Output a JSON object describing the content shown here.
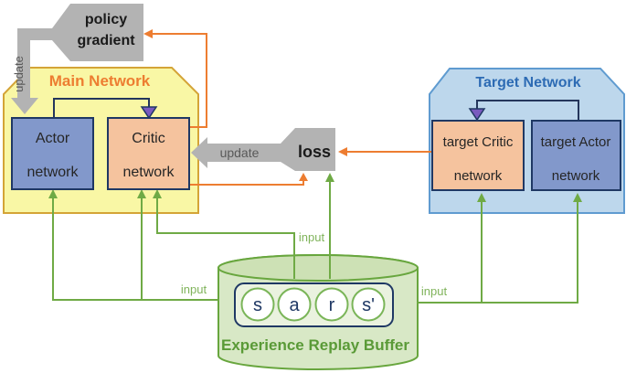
{
  "policy_gradient": {
    "line1": "policy",
    "line2": "gradient"
  },
  "update_down_label": "update",
  "main_network": {
    "title": "Main Network",
    "actor": {
      "line1": "Actor",
      "line2": "network"
    },
    "critic": {
      "line1": "Critic",
      "line2": "network"
    }
  },
  "loss": {
    "label": "loss",
    "update_label": "update"
  },
  "target_network": {
    "title": "Target Network",
    "target_critic": {
      "line1": "target Critic",
      "line2": "network"
    },
    "target_actor": {
      "line1": "target Actor",
      "line2": "network"
    }
  },
  "buffer": {
    "title": "Experience Replay Buffer",
    "cells": [
      "s",
      "a",
      "r",
      "s'"
    ]
  },
  "input_labels": {
    "left": "input",
    "middle": "input",
    "right": "input"
  },
  "colors": {
    "main_region_fill": "#f9f7a5",
    "main_region_border": "#d4a437",
    "main_title": "#ed7d31",
    "target_region_fill": "#bdd7ec",
    "target_region_border": "#5f9bd0",
    "target_title": "#2d6bb4",
    "actor_box_fill": "#8298cb",
    "critic_box_fill": "#f5c39e",
    "box_border": "#1f3864",
    "gray_shape": "#b3b3b3",
    "gray_text": "#595959",
    "green_line": "#6faa45",
    "buffer_fill": "#d8e8c6",
    "buffer_border": "#68a63e",
    "buffer_title": "#5a9a37",
    "orange_line": "#ed7d31",
    "purple_arrow": "#7a5bbf"
  }
}
